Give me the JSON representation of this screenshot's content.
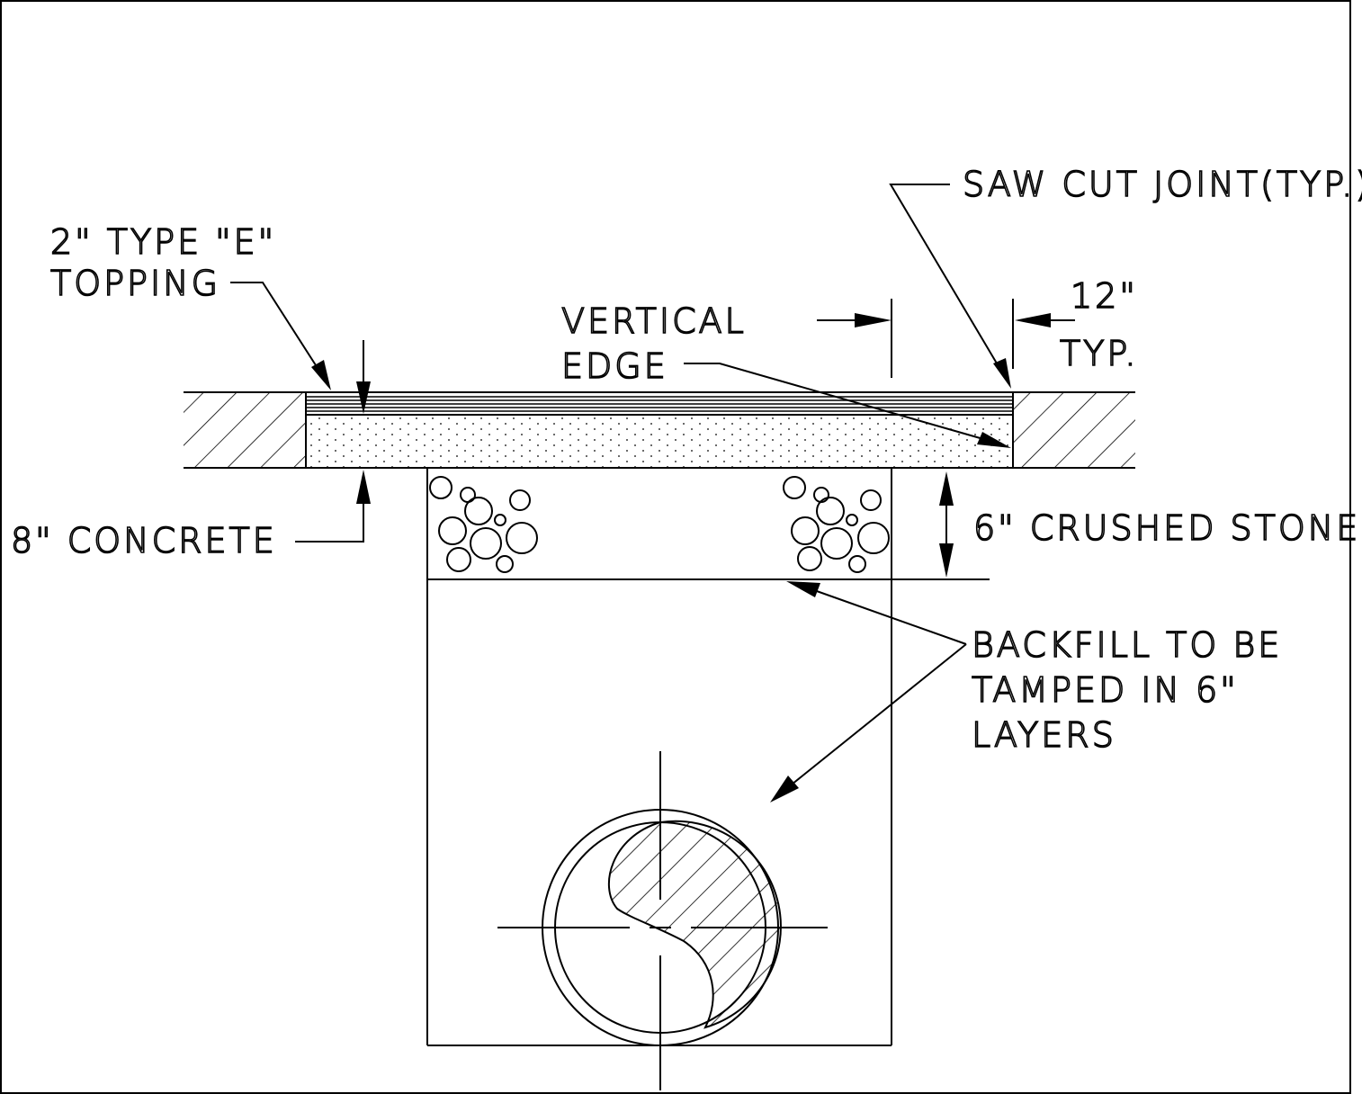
{
  "labels": {
    "topping_line1": "2\" TYPE \"E\"",
    "topping_line2": "TOPPING",
    "concrete": "8\" CONCRETE",
    "vertical_edge_line1": "VERTICAL",
    "vertical_edge_line2": "EDGE",
    "saw_cut": "SAW CUT JOINT(TYP.)",
    "dim_12": "12\"",
    "dim_typ": "TYP.",
    "crushed_stone": "6\" CRUSHED STONE",
    "backfill_line1": "BACKFILL TO BE",
    "backfill_line2": "TAMPED IN 6\"",
    "backfill_line3": "LAYERS"
  },
  "colors": {
    "ink": "#000000",
    "paper": "#ffffff"
  }
}
